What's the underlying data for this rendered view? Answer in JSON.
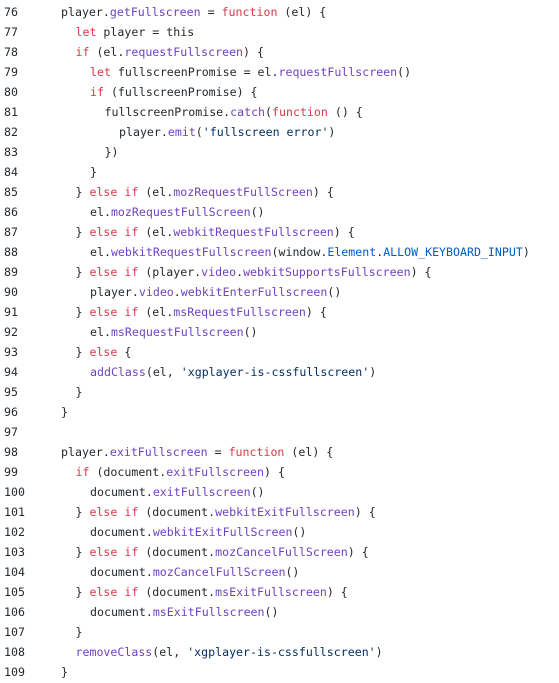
{
  "colors": {
    "background": "#ffffff",
    "text": "#24292e",
    "keyword": "#d73a49",
    "function": "#6f42c1",
    "property": "#005cc5",
    "string": "#032f62"
  },
  "lines": [
    {
      "num": "76",
      "indent": 0,
      "tokens": [
        [
          "player.",
          "plain"
        ],
        [
          "getFullscreen",
          "fn"
        ],
        [
          " = ",
          "plain"
        ],
        [
          "function",
          "kw"
        ],
        [
          " (el) {",
          "plain"
        ]
      ]
    },
    {
      "num": "77",
      "indent": 1,
      "tokens": [
        [
          "let",
          "kw"
        ],
        [
          " player = this",
          "plain"
        ]
      ]
    },
    {
      "num": "78",
      "indent": 1,
      "tokens": [
        [
          "if",
          "kw"
        ],
        [
          " (el.",
          "plain"
        ],
        [
          "requestFullscreen",
          "fn"
        ],
        [
          ") {",
          "plain"
        ]
      ]
    },
    {
      "num": "79",
      "indent": 2,
      "tokens": [
        [
          "let",
          "kw"
        ],
        [
          " fullscreenPromise = el.",
          "plain"
        ],
        [
          "requestFullscreen",
          "fn"
        ],
        [
          "()",
          "plain"
        ]
      ]
    },
    {
      "num": "80",
      "indent": 2,
      "tokens": [
        [
          "if",
          "kw"
        ],
        [
          " (fullscreenPromise) {",
          "plain"
        ]
      ]
    },
    {
      "num": "81",
      "indent": 3,
      "tokens": [
        [
          "fullscreenPromise.",
          "plain"
        ],
        [
          "catch",
          "fn"
        ],
        [
          "(",
          "plain"
        ],
        [
          "function",
          "kw"
        ],
        [
          " () {",
          "plain"
        ]
      ]
    },
    {
      "num": "82",
      "indent": 4,
      "tokens": [
        [
          "player.",
          "plain"
        ],
        [
          "emit",
          "fn"
        ],
        [
          "(",
          "plain"
        ],
        [
          "'fullscreen error'",
          "str"
        ],
        [
          ")",
          "plain"
        ]
      ]
    },
    {
      "num": "83",
      "indent": 3,
      "tokens": [
        [
          "})",
          "plain"
        ]
      ]
    },
    {
      "num": "84",
      "indent": 2,
      "tokens": [
        [
          "}",
          "plain"
        ]
      ]
    },
    {
      "num": "85",
      "indent": 1,
      "tokens": [
        [
          "} ",
          "plain"
        ],
        [
          "else if",
          "kw"
        ],
        [
          " (el.",
          "plain"
        ],
        [
          "mozRequestFullScreen",
          "fn"
        ],
        [
          ") {",
          "plain"
        ]
      ]
    },
    {
      "num": "86",
      "indent": 2,
      "tokens": [
        [
          "el.",
          "plain"
        ],
        [
          "mozRequestFullScreen",
          "fn"
        ],
        [
          "()",
          "plain"
        ]
      ]
    },
    {
      "num": "87",
      "indent": 1,
      "tokens": [
        [
          "} ",
          "plain"
        ],
        [
          "else if",
          "kw"
        ],
        [
          " (el.",
          "plain"
        ],
        [
          "webkitRequestFullscreen",
          "fn"
        ],
        [
          ") {",
          "plain"
        ]
      ]
    },
    {
      "num": "88",
      "indent": 2,
      "tokens": [
        [
          "el.",
          "plain"
        ],
        [
          "webkitRequestFullscreen",
          "fn"
        ],
        [
          "(window.",
          "plain"
        ],
        [
          "Element",
          "prop"
        ],
        [
          ".",
          "plain"
        ],
        [
          "ALLOW_KEYBOARD_INPUT",
          "prop"
        ],
        [
          ")",
          "plain"
        ]
      ]
    },
    {
      "num": "89",
      "indent": 1,
      "tokens": [
        [
          "} ",
          "plain"
        ],
        [
          "else if",
          "kw"
        ],
        [
          " (player.",
          "plain"
        ],
        [
          "video",
          "fn"
        ],
        [
          ".",
          "plain"
        ],
        [
          "webkitSupportsFullscreen",
          "fn"
        ],
        [
          ") {",
          "plain"
        ]
      ]
    },
    {
      "num": "90",
      "indent": 2,
      "tokens": [
        [
          "player.",
          "plain"
        ],
        [
          "video",
          "fn"
        ],
        [
          ".",
          "plain"
        ],
        [
          "webkitEnterFullscreen",
          "fn"
        ],
        [
          "()",
          "plain"
        ]
      ]
    },
    {
      "num": "91",
      "indent": 1,
      "tokens": [
        [
          "} ",
          "plain"
        ],
        [
          "else if",
          "kw"
        ],
        [
          " (el.",
          "plain"
        ],
        [
          "msRequestFullscreen",
          "fn"
        ],
        [
          ") {",
          "plain"
        ]
      ]
    },
    {
      "num": "92",
      "indent": 2,
      "tokens": [
        [
          "el.",
          "plain"
        ],
        [
          "msRequestFullscreen",
          "fn"
        ],
        [
          "()",
          "plain"
        ]
      ]
    },
    {
      "num": "93",
      "indent": 1,
      "tokens": [
        [
          "} ",
          "plain"
        ],
        [
          "else",
          "kw"
        ],
        [
          " {",
          "plain"
        ]
      ]
    },
    {
      "num": "94",
      "indent": 2,
      "tokens": [
        [
          "addClass",
          "fn"
        ],
        [
          "(el, ",
          "plain"
        ],
        [
          "'xgplayer-is-cssfullscreen'",
          "str"
        ],
        [
          ")",
          "plain"
        ]
      ]
    },
    {
      "num": "95",
      "indent": 1,
      "tokens": [
        [
          "}",
          "plain"
        ]
      ]
    },
    {
      "num": "96",
      "indent": 0,
      "tokens": [
        [
          "}",
          "plain"
        ]
      ]
    },
    {
      "num": "97",
      "indent": 0,
      "tokens": []
    },
    {
      "num": "98",
      "indent": 0,
      "tokens": [
        [
          "player.",
          "plain"
        ],
        [
          "exitFullscreen",
          "fn"
        ],
        [
          " = ",
          "plain"
        ],
        [
          "function",
          "kw"
        ],
        [
          " (el) {",
          "plain"
        ]
      ]
    },
    {
      "num": "99",
      "indent": 1,
      "tokens": [
        [
          "if",
          "kw"
        ],
        [
          " (document.",
          "plain"
        ],
        [
          "exitFullscreen",
          "fn"
        ],
        [
          ") {",
          "plain"
        ]
      ]
    },
    {
      "num": "100",
      "indent": 2,
      "tokens": [
        [
          "document.",
          "plain"
        ],
        [
          "exitFullscreen",
          "fn"
        ],
        [
          "()",
          "plain"
        ]
      ]
    },
    {
      "num": "101",
      "indent": 1,
      "tokens": [
        [
          "} ",
          "plain"
        ],
        [
          "else if",
          "kw"
        ],
        [
          " (document.",
          "plain"
        ],
        [
          "webkitExitFullscreen",
          "fn"
        ],
        [
          ") {",
          "plain"
        ]
      ]
    },
    {
      "num": "102",
      "indent": 2,
      "tokens": [
        [
          "document.",
          "plain"
        ],
        [
          "webkitExitFullScreen",
          "fn"
        ],
        [
          "()",
          "plain"
        ]
      ]
    },
    {
      "num": "103",
      "indent": 1,
      "tokens": [
        [
          "} ",
          "plain"
        ],
        [
          "else if",
          "kw"
        ],
        [
          " (document.",
          "plain"
        ],
        [
          "mozCancelFullScreen",
          "fn"
        ],
        [
          ") {",
          "plain"
        ]
      ]
    },
    {
      "num": "104",
      "indent": 2,
      "tokens": [
        [
          "document.",
          "plain"
        ],
        [
          "mozCancelFullScreen",
          "fn"
        ],
        [
          "()",
          "plain"
        ]
      ]
    },
    {
      "num": "105",
      "indent": 1,
      "tokens": [
        [
          "} ",
          "plain"
        ],
        [
          "else if",
          "kw"
        ],
        [
          " (document.",
          "plain"
        ],
        [
          "msExitFullscreen",
          "fn"
        ],
        [
          ") {",
          "plain"
        ]
      ]
    },
    {
      "num": "106",
      "indent": 2,
      "tokens": [
        [
          "document.",
          "plain"
        ],
        [
          "msExitFullscreen",
          "fn"
        ],
        [
          "()",
          "plain"
        ]
      ]
    },
    {
      "num": "107",
      "indent": 1,
      "tokens": [
        [
          "}",
          "plain"
        ]
      ]
    },
    {
      "num": "108",
      "indent": 1,
      "tokens": [
        [
          "removeClass",
          "fn"
        ],
        [
          "(el, ",
          "plain"
        ],
        [
          "'xgplayer-is-cssfullscreen'",
          "str"
        ],
        [
          ")",
          "plain"
        ]
      ]
    },
    {
      "num": "109",
      "indent": 0,
      "tokens": [
        [
          "}",
          "plain"
        ]
      ]
    }
  ]
}
